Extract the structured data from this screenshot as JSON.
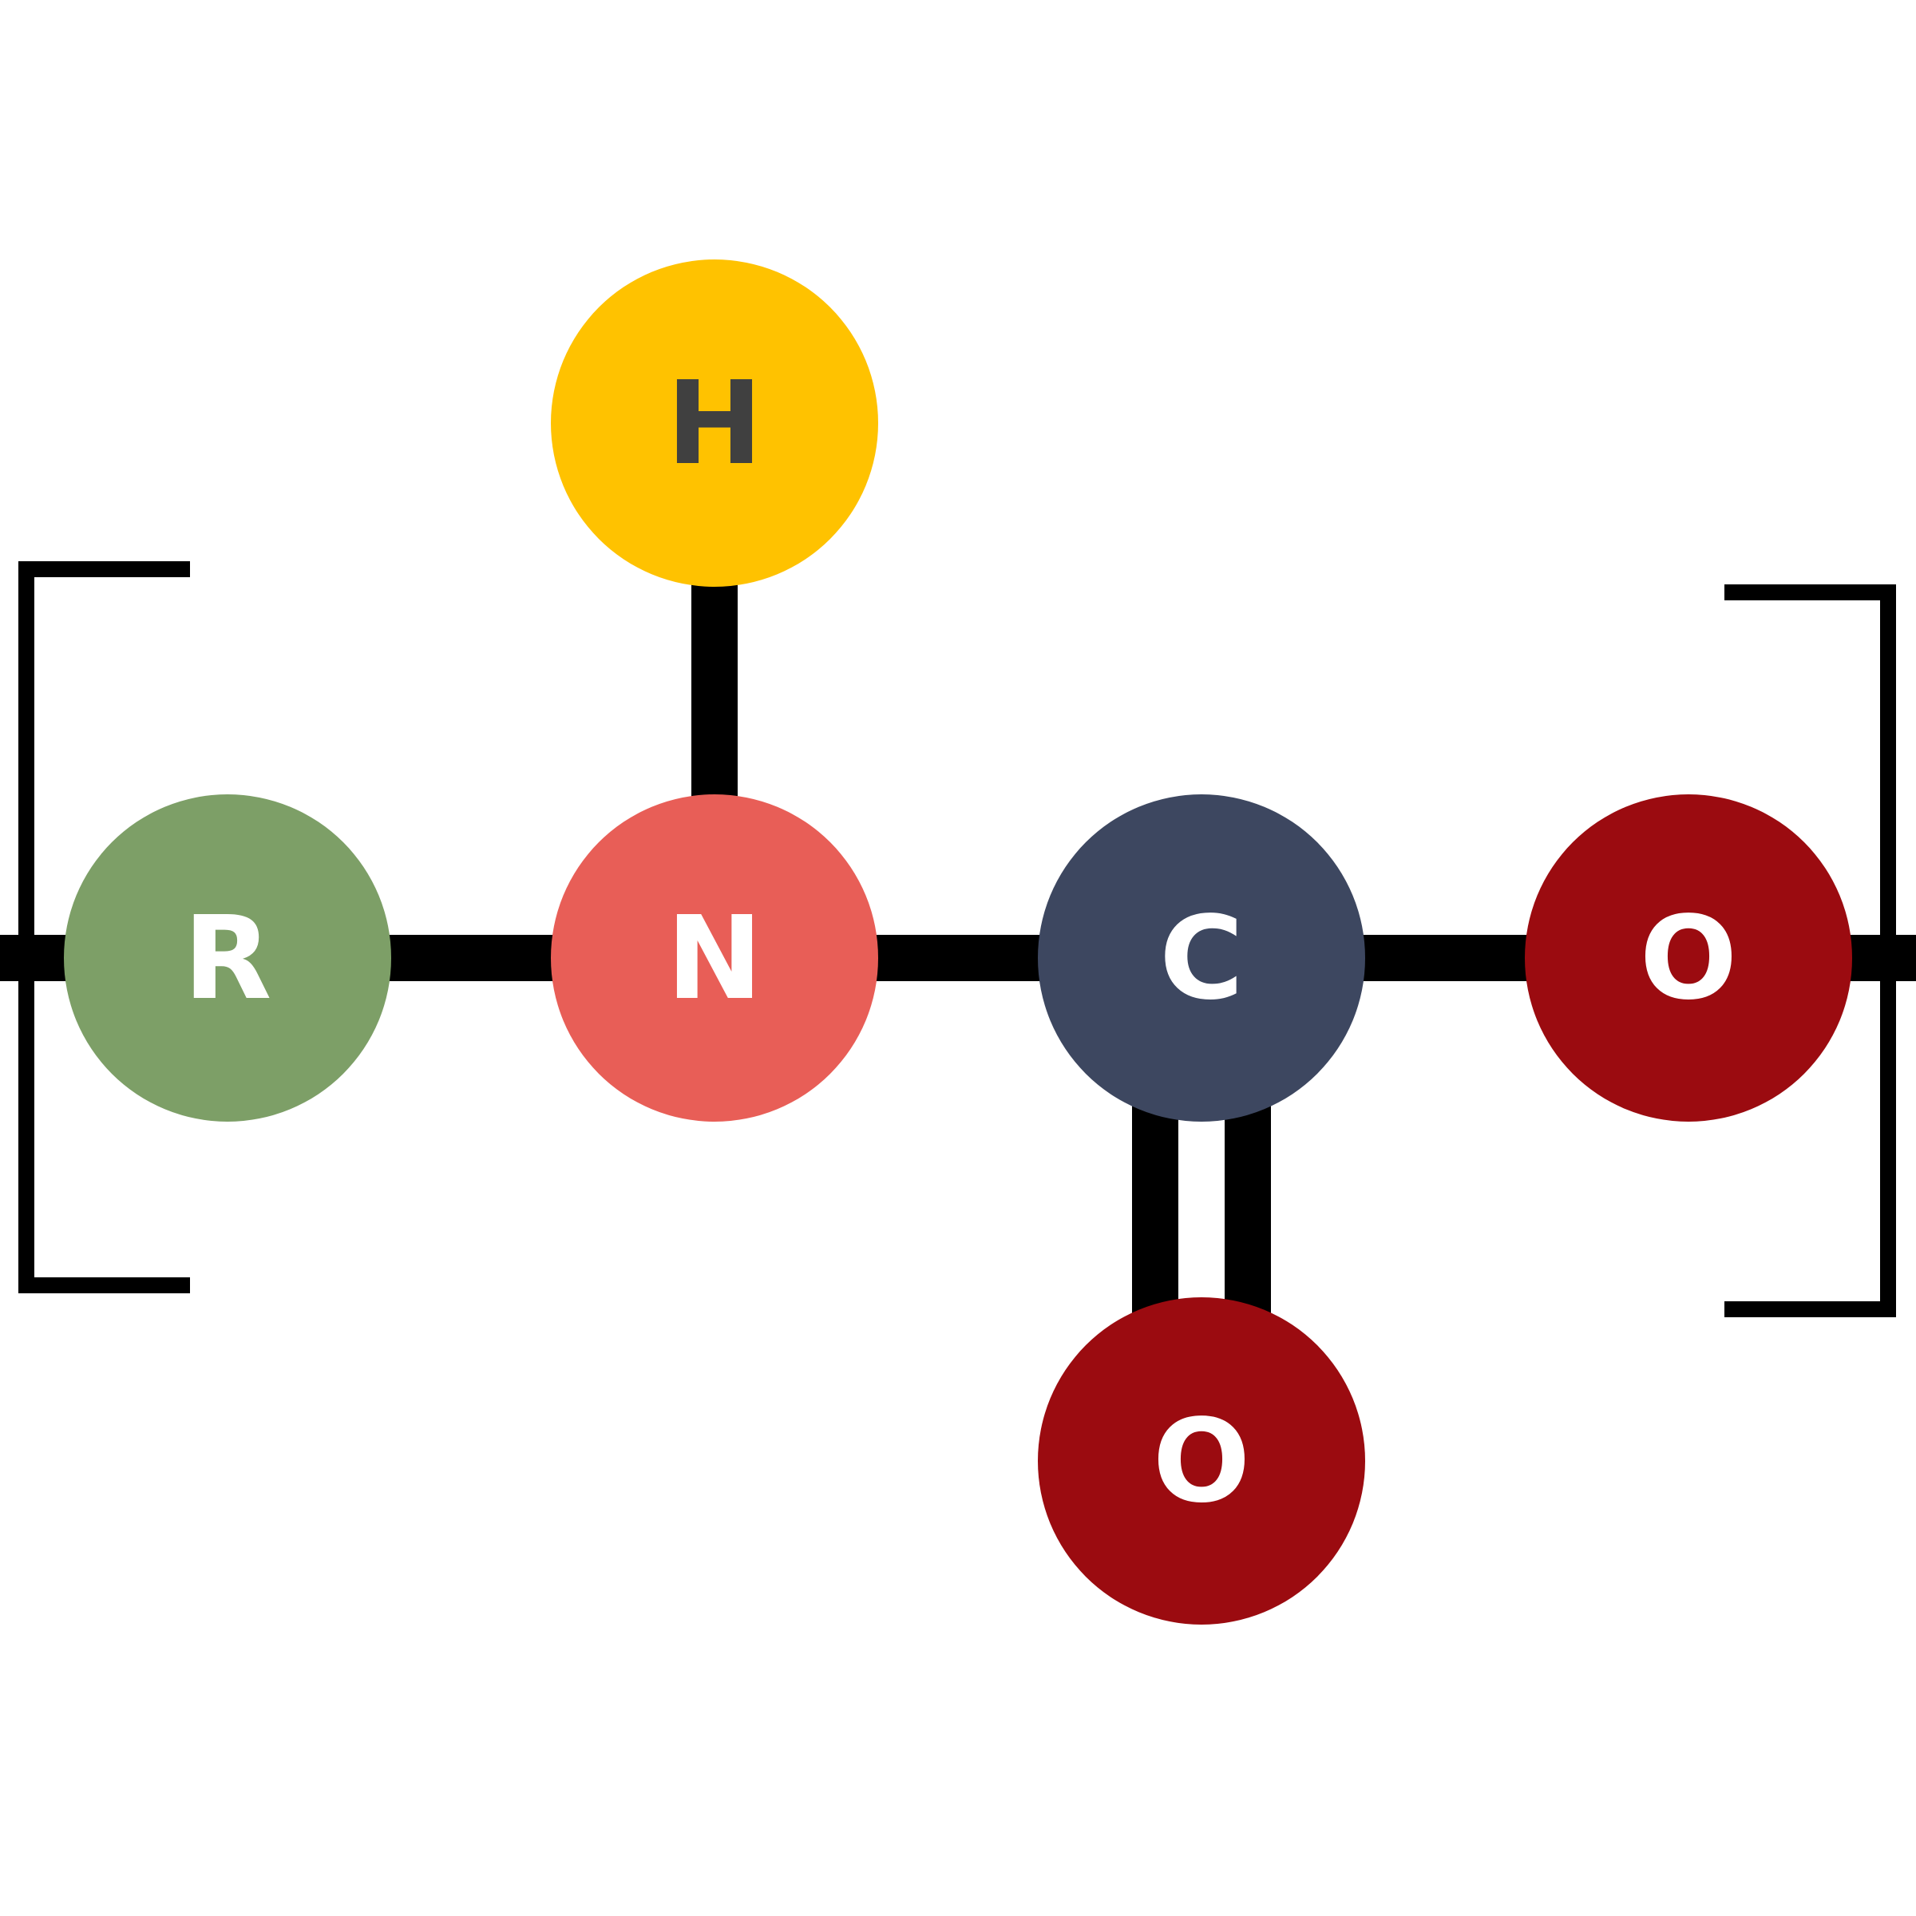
{
  "colors": {
    "background": "#ffffff",
    "bond": "#000000",
    "bracket": "#000000"
  },
  "atoms": [
    {
      "id": "r",
      "label": "R",
      "fill": "#7d9f67",
      "text_color": "#ffffff"
    },
    {
      "id": "n",
      "label": "N",
      "fill": "#e85e57",
      "text_color": "#ffffff"
    },
    {
      "id": "h",
      "label": "H",
      "fill": "#ffc200",
      "text_color": "#404040"
    },
    {
      "id": "c",
      "label": "C",
      "fill": "#3d4760",
      "text_color": "#ffffff"
    },
    {
      "id": "o-single",
      "label": "O",
      "fill": "#9b0b10",
      "text_color": "#ffffff"
    },
    {
      "id": "o-double",
      "label": "O",
      "fill": "#9b0b10",
      "text_color": "#ffffff"
    }
  ],
  "bonds": [
    {
      "id": "open-left",
      "from": "edge-left",
      "to": "r",
      "order": 1
    },
    {
      "id": "r-n",
      "from": "r",
      "to": "n",
      "order": 1
    },
    {
      "id": "n-h",
      "from": "n",
      "to": "h",
      "order": 1
    },
    {
      "id": "n-c",
      "from": "n",
      "to": "c",
      "order": 1
    },
    {
      "id": "c-o-single",
      "from": "c",
      "to": "o-single",
      "order": 1
    },
    {
      "id": "c-o-double",
      "from": "c",
      "to": "o-double",
      "order": 2
    },
    {
      "id": "open-right",
      "from": "o-single",
      "to": "edge-right",
      "order": 1
    }
  ],
  "brackets": [
    {
      "id": "left",
      "side": "left"
    },
    {
      "id": "right",
      "side": "right"
    }
  ]
}
